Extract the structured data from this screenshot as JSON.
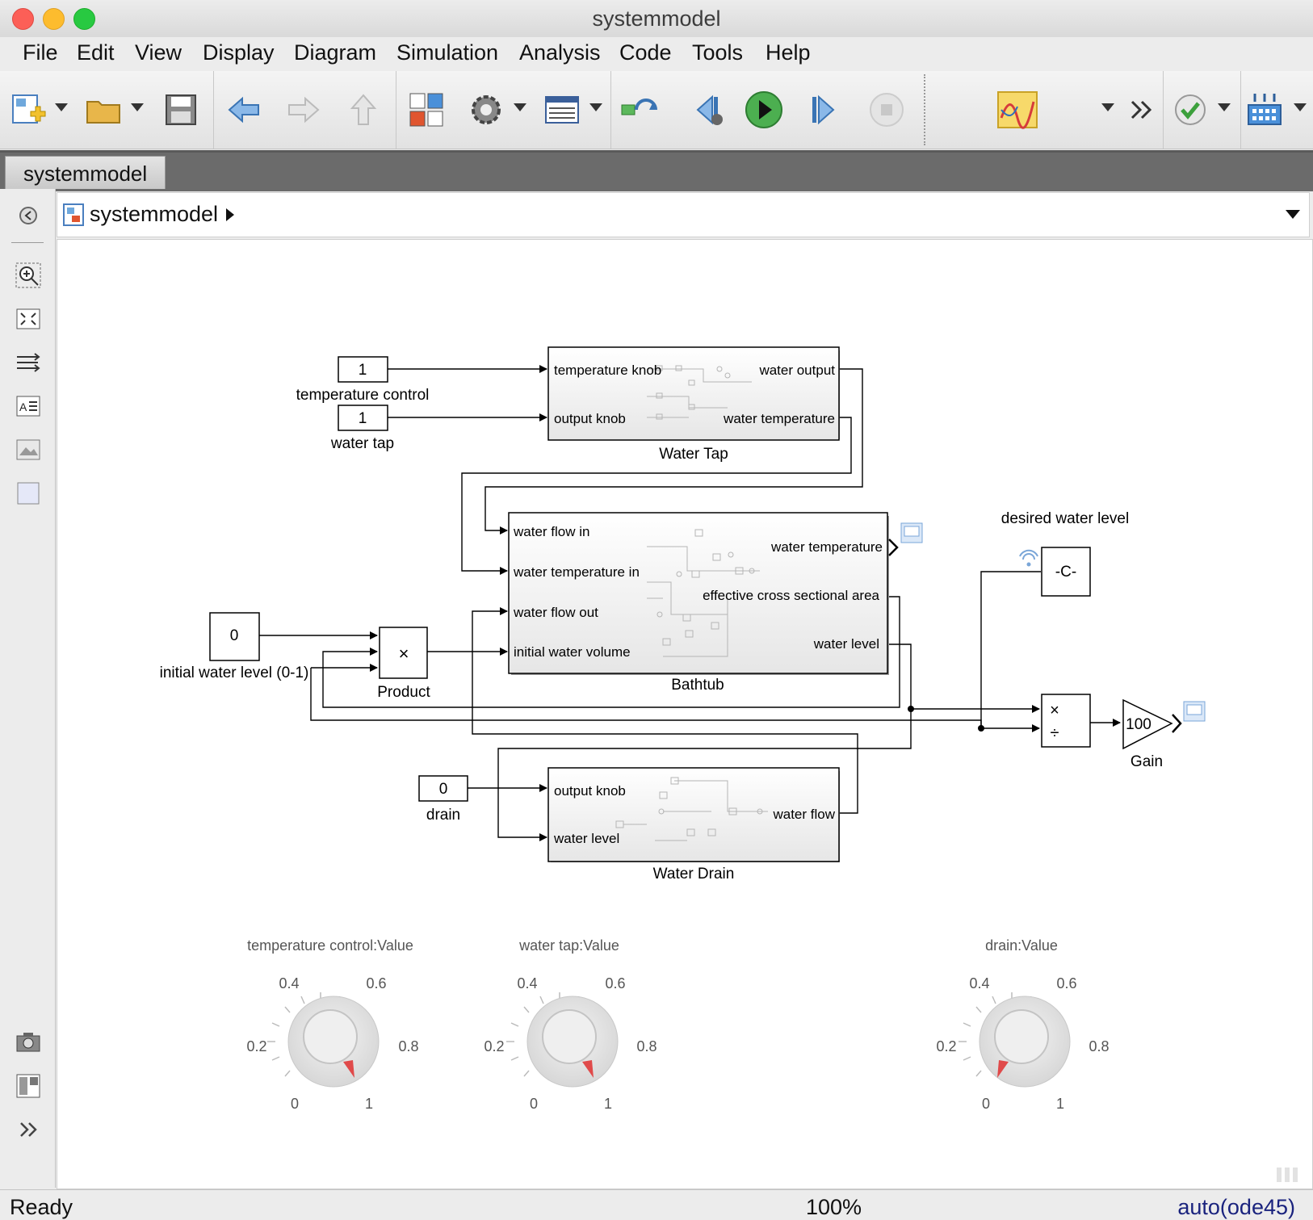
{
  "window": {
    "title": "systemmodel"
  },
  "menu": [
    "File",
    "Edit",
    "View",
    "Display",
    "Diagram",
    "Simulation",
    "Analysis",
    "Code",
    "Tools",
    "Help"
  ],
  "tab": {
    "label": "systemmodel"
  },
  "address": {
    "path": "systemmodel"
  },
  "diagram": {
    "constants": {
      "temperature_control": {
        "value": "1",
        "label": "temperature control"
      },
      "water_tap": {
        "value": "1",
        "label": "water tap"
      },
      "initial_water_level": {
        "value": "0",
        "label": "initial water level (0-1)"
      },
      "drain": {
        "value": "0",
        "label": "drain"
      }
    },
    "water_tap_block": {
      "name": "Water Tap",
      "inputs": [
        "temperature knob",
        "output knob"
      ],
      "outputs": [
        "water output",
        "water temperature"
      ]
    },
    "bathtub_block": {
      "name": "Bathtub",
      "inputs": [
        "water flow in",
        "water temperature in",
        "water flow out",
        "initial water volume"
      ],
      "outputs": [
        "water temperature",
        "effective cross sectional area",
        "water level"
      ]
    },
    "water_drain_block": {
      "name": "Water Drain",
      "inputs": [
        "output knob",
        "water level"
      ],
      "outputs": [
        "water flow"
      ]
    },
    "product_block": {
      "name": "Product",
      "symbol": "×"
    },
    "divide_block": {
      "times": "×",
      "divide": "÷"
    },
    "desired_level": {
      "label": "desired water level",
      "value": "-C-"
    },
    "gain_block": {
      "name": "Gain",
      "value": "100"
    },
    "knobs": [
      {
        "title": "temperature control:Value",
        "ticks": [
          "0",
          "0.2",
          "0.4",
          "0.6",
          "0.8",
          "1"
        ]
      },
      {
        "title": "water tap:Value",
        "ticks": [
          "0",
          "0.2",
          "0.4",
          "0.6",
          "0.8",
          "1"
        ]
      },
      {
        "title": "drain:Value",
        "ticks": [
          "0",
          "0.2",
          "0.4",
          "0.6",
          "0.8",
          "1"
        ]
      }
    ]
  },
  "status": {
    "state": "Ready",
    "zoom": "100%",
    "solver": "auto(ode45)"
  },
  "colors": {
    "accent": "#d64040",
    "solver_text": "#1a237e"
  }
}
